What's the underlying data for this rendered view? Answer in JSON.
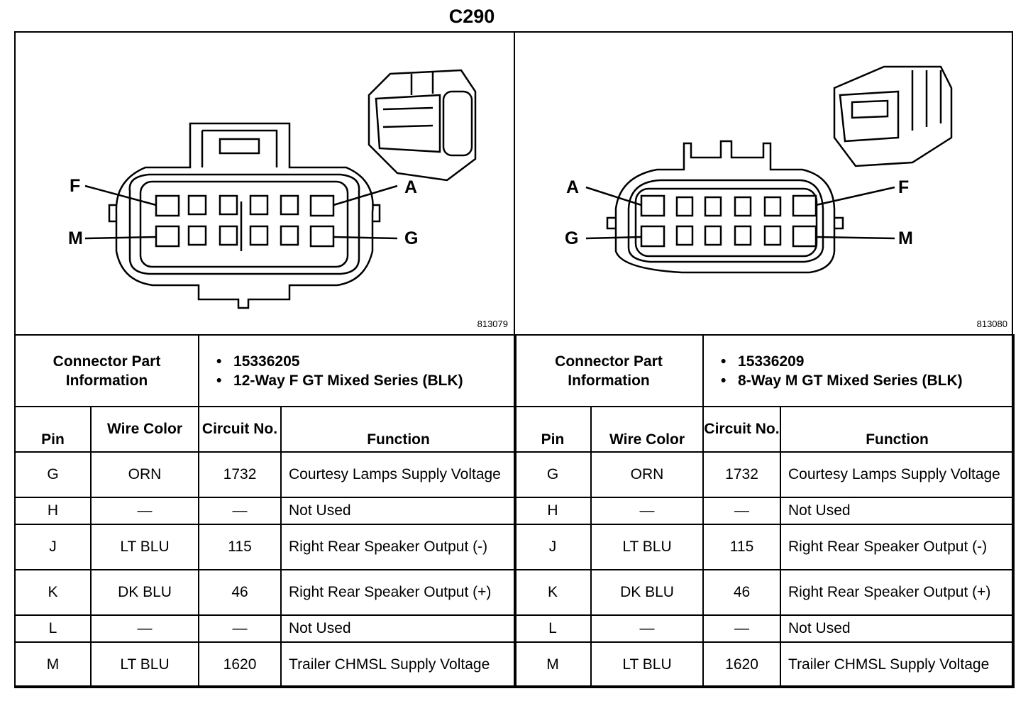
{
  "title": "C290",
  "left": {
    "figure_number": "813079",
    "pins": {
      "top_left": "F",
      "top_right": "A",
      "bottom_left": "M",
      "bottom_right": "G"
    },
    "connector_info_label": "Connector Part Information",
    "part_number": "15336205",
    "description": "12-Way F GT Mixed Series (BLK)"
  },
  "right": {
    "figure_number": "813080",
    "pins": {
      "top_left": "A",
      "top_right": "F",
      "bottom_left": "G",
      "bottom_right": "M"
    },
    "connector_info_label": "Connector Part Information",
    "part_number": "15336209",
    "description": "8-Way M GT Mixed Series (BLK)"
  },
  "columns": {
    "pin": "Pin",
    "wire_color": "Wire Color",
    "circuit_no": "Circuit No.",
    "function": "Function"
  },
  "rows": [
    {
      "pin": "G",
      "wire": "ORN",
      "circuit": "1732",
      "function": "Courtesy Lamps Supply Voltage"
    },
    {
      "pin": "H",
      "wire": "—",
      "circuit": "—",
      "function": "Not Used"
    },
    {
      "pin": "J",
      "wire": "LT BLU",
      "circuit": "115",
      "function": "Right Rear Speaker Output (-)"
    },
    {
      "pin": "K",
      "wire": "DK BLU",
      "circuit": "46",
      "function": "Right Rear Speaker Output (+)"
    },
    {
      "pin": "L",
      "wire": "—",
      "circuit": "—",
      "function": "Not Used"
    },
    {
      "pin": "M",
      "wire": "LT BLU",
      "circuit": "1620",
      "function": "Trailer CHMSL Supply Voltage"
    }
  ]
}
